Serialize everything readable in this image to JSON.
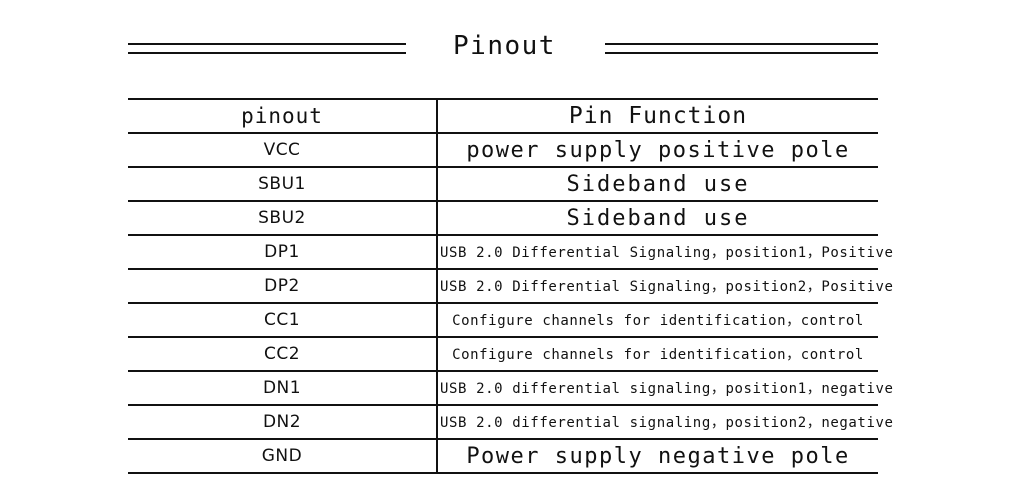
{
  "title": "Pinout",
  "table": {
    "headers": {
      "pin": "pinout",
      "function": "Pin Function"
    },
    "rows": [
      {
        "pin": "VCC",
        "function": "power supply positive pole",
        "size": "lg"
      },
      {
        "pin": "SBU1",
        "function": "Sideband use",
        "size": "md"
      },
      {
        "pin": "SBU2",
        "function": "Sideband use",
        "size": "md"
      },
      {
        "pin": "DP1",
        "function": "USB 2.0 Differential Signaling，position1，Positive",
        "size": "sm"
      },
      {
        "pin": "DP2",
        "function": "USB 2.0 Differential Signaling，position2，Positive",
        "size": "sm"
      },
      {
        "pin": "CC1",
        "function": "Configure channels for identification，control",
        "size": "sm"
      },
      {
        "pin": "CC2",
        "function": "Configure channels for identification，control",
        "size": "sm"
      },
      {
        "pin": "DN1",
        "function": "USB 2.0 differential signaling，position1，negative",
        "size": "sm"
      },
      {
        "pin": "DN2",
        "function": "USB 2.0 differential signaling，position2，negative",
        "size": "sm"
      },
      {
        "pin": "GND",
        "function": "Power supply negative pole",
        "size": "lg"
      }
    ]
  },
  "colors": {
    "ink": "#111111",
    "background": "#ffffff"
  }
}
